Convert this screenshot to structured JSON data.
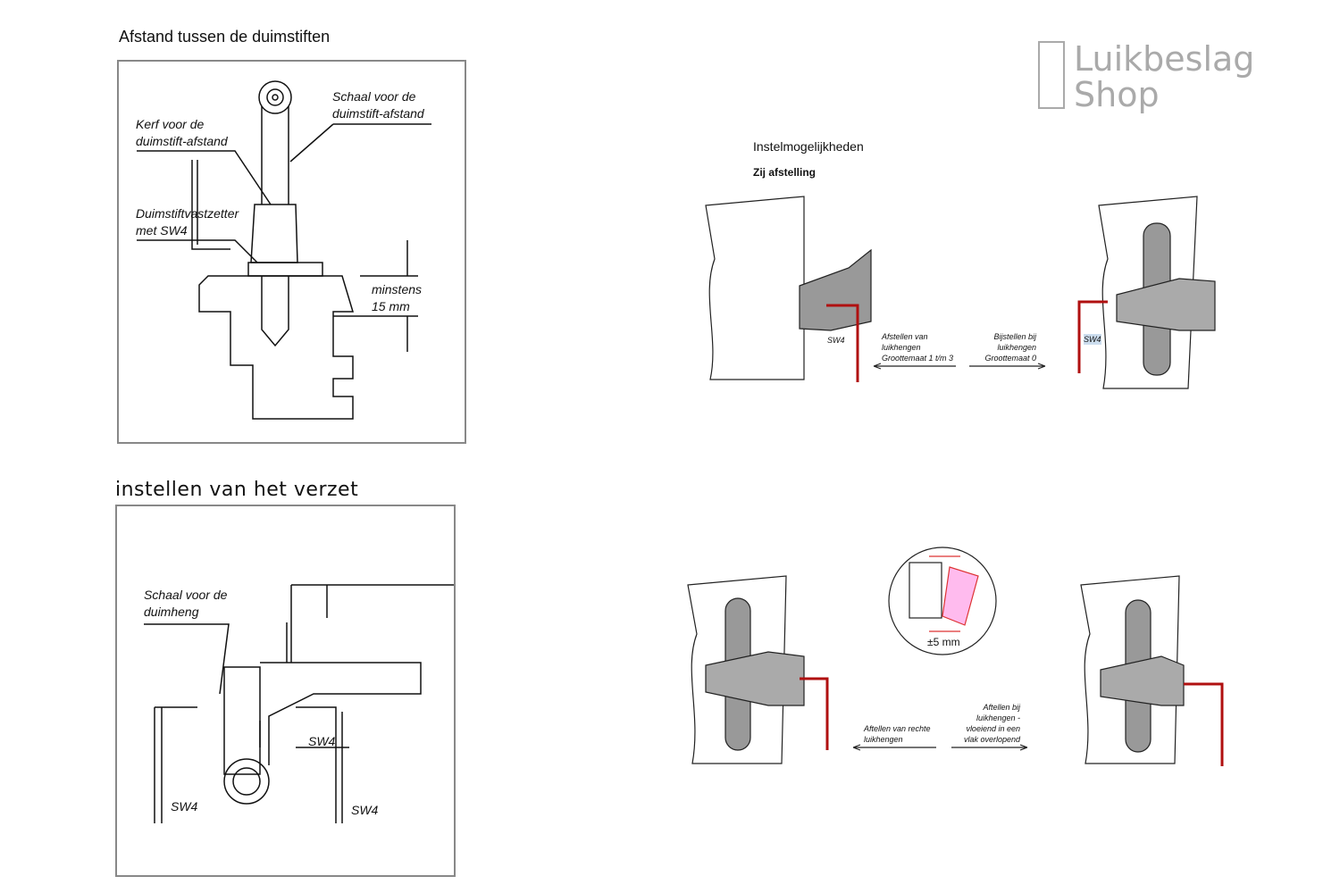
{
  "left_top": {
    "title": "Afstand tussen de duimstiften",
    "labels": {
      "kerf": "Kerf voor de\nduimstift-afstand",
      "schaal": "Schaal voor de\nduimstift-afstand",
      "vastzetter": "Duimstiftvastzetter\nmet SW4",
      "minstens": "minstens\n15 mm"
    }
  },
  "left_bottom": {
    "title": "instellen van het verzet",
    "labels": {
      "schaal": "Schaal voor de\nduimheng",
      "sw4_a": "SW4",
      "sw4_b": "SW4",
      "sw4_c": "SW4"
    }
  },
  "logo": {
    "line1": "Luikbeslag",
    "line2": "Shop"
  },
  "right": {
    "title": "Instelmogelijkheden",
    "subtitle": "Zij afstelling",
    "top": {
      "sw4_left": "SW4",
      "sw4_right": "SW4",
      "left_caption": "Afstellen van\nluikhengen\nGroottemaat 1 t/m 3",
      "right_caption": "Bijstellen bij\nluikhengen\nGroottemaat 0"
    },
    "bottom": {
      "offset": "±5 mm",
      "left_caption": "Aftellen van rechte\nluikhengen",
      "right_caption": "Aftellen bij\nluikhengen -\nvloeiend in een\nvlak overlopend"
    }
  },
  "colors": {
    "wrench": "#b01010",
    "hinge": "#8a8a8a",
    "frame": "#888888"
  }
}
